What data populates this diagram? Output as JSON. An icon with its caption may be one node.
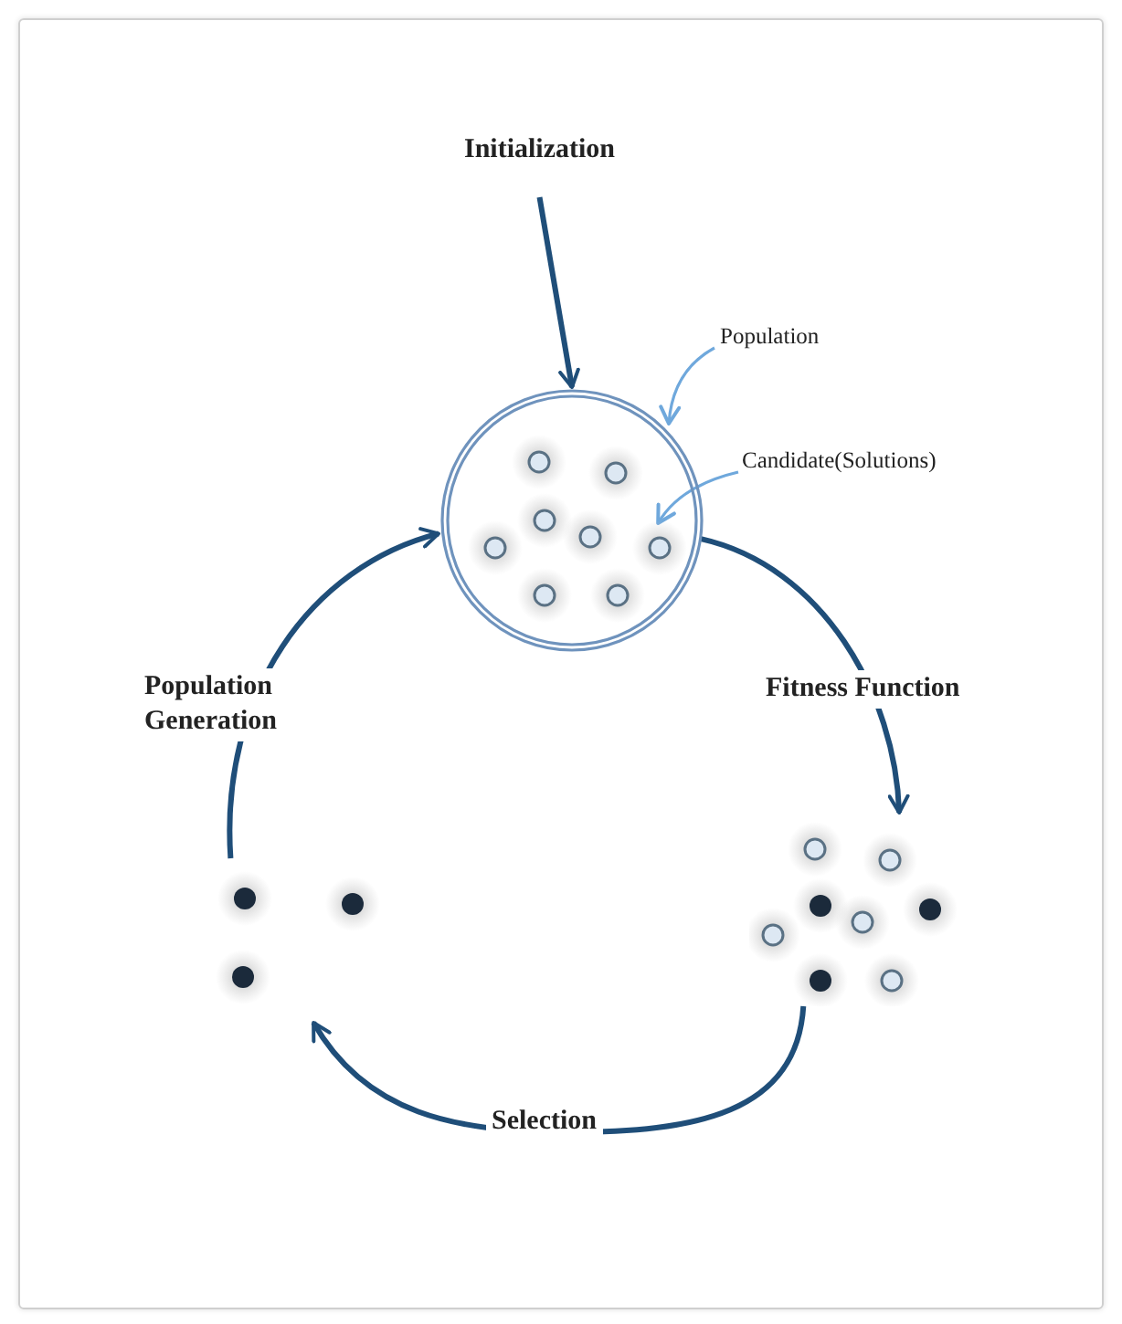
{
  "diagram": {
    "nodes": [
      {
        "text": [
          "Initialization"
        ]
      },
      {
        "text": [],
        "shape": "circle"
      },
      {
        "text": [
          "Population"
        ]
      },
      {
        "text": [
          "Candidate(Solutions)"
        ]
      },
      {
        "text": [],
        "shape": "circle",
        "in": 1
      },
      {
        "text": [],
        "shape": "circle",
        "in": 1
      },
      {
        "text": [],
        "shape": "circle",
        "in": 1
      },
      {
        "text": [],
        "shape": "circle",
        "in": 1
      },
      {
        "text": [],
        "shape": "circle",
        "in": 1
      },
      {
        "text": [],
        "shape": "circle",
        "in": 1
      },
      {
        "text": [],
        "shape": "circle",
        "in": 1
      },
      {
        "text": [],
        "shape": "circle",
        "in": 1
      },
      {
        "text": [],
        "shape": "dots"
      },
      {
        "text": [],
        "shape": "dots"
      }
    ],
    "edges": [
      {
        "from": 0,
        "to": 1,
        "arrow": "to"
      },
      {
        "from": 2,
        "to": 1,
        "arrow": "to",
        "color": "#6fa8dc"
      },
      {
        "from": 3,
        "to": 9,
        "arrow": "to",
        "color": "#6fa8dc"
      },
      {
        "from": 1,
        "to": 13,
        "arrow": "to",
        "label": "Fitness Function"
      },
      {
        "from": 13,
        "to": 12,
        "arrow": "to",
        "label": "Selection"
      },
      {
        "from": 12,
        "to": 1,
        "arrow": "to",
        "label": "Population Generation"
      }
    ]
  }
}
